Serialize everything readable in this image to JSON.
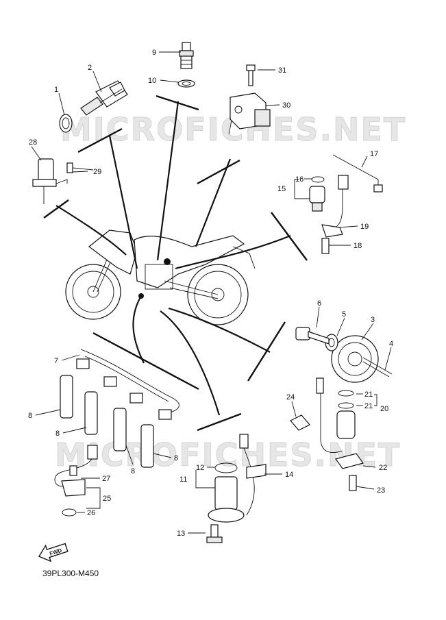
{
  "diagram": {
    "code": "39PL300-M450",
    "fwd_label": "FWD",
    "watermarks": [
      "MICROFICHES.NET",
      "MICROFICHES.NET"
    ],
    "callouts": [
      {
        "n": "1"
      },
      {
        "n": "2"
      },
      {
        "n": "3"
      },
      {
        "n": "4"
      },
      {
        "n": "5"
      },
      {
        "n": "6"
      },
      {
        "n": "7"
      },
      {
        "n": "8"
      },
      {
        "n": "8"
      },
      {
        "n": "8"
      },
      {
        "n": "8"
      },
      {
        "n": "9"
      },
      {
        "n": "10"
      },
      {
        "n": "11"
      },
      {
        "n": "12"
      },
      {
        "n": "13"
      },
      {
        "n": "14"
      },
      {
        "n": "15"
      },
      {
        "n": "16"
      },
      {
        "n": "17"
      },
      {
        "n": "18"
      },
      {
        "n": "19"
      },
      {
        "n": "20"
      },
      {
        "n": "21"
      },
      {
        "n": "21"
      },
      {
        "n": "22"
      },
      {
        "n": "23"
      },
      {
        "n": "24"
      },
      {
        "n": "25"
      },
      {
        "n": "26"
      },
      {
        "n": "27"
      },
      {
        "n": "28"
      },
      {
        "n": "29"
      },
      {
        "n": "30"
      },
      {
        "n": "31"
      }
    ]
  }
}
